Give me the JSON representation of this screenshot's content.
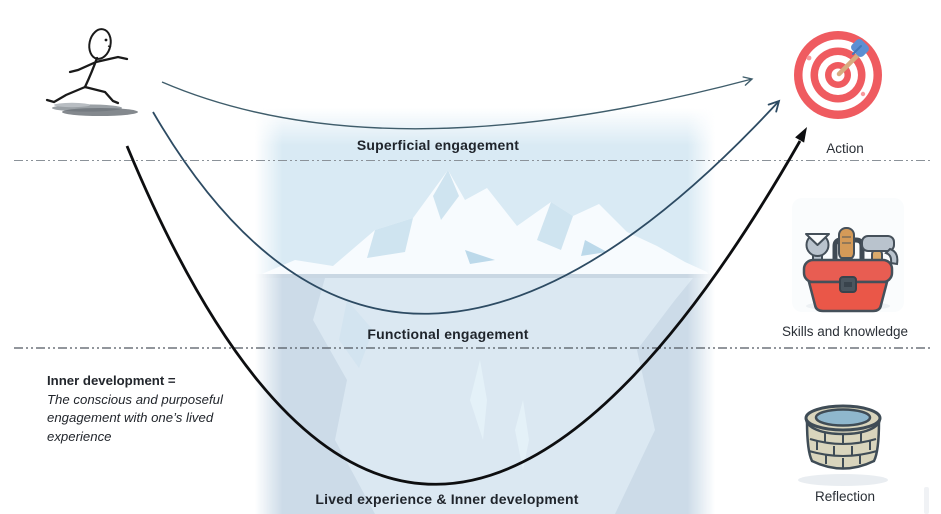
{
  "curve_labels": {
    "superficial": "Superficial engagement",
    "functional": "Functional engagement",
    "lived": "Lived experience & Inner development"
  },
  "right_items": [
    {
      "icon": "target-icon",
      "label": "Action"
    },
    {
      "icon": "toolbox-icon",
      "label": "Skills and knowledge"
    },
    {
      "icon": "well-icon",
      "label": "Reflection"
    }
  ],
  "note": {
    "heading": "Inner development =",
    "line1": "The conscious and purposeful",
    "line2": "engagement with one’s lived",
    "line3": "experience"
  },
  "colors": {
    "target_red": "#ef5b60",
    "toolbox_red": "#e9564b",
    "dart_blue": "#5b8fd3",
    "sky_blue": "#d9eaf4",
    "water_blue": "#ccdbe8",
    "well_water": "#8fb7cd",
    "curve_superficial": "#3f5d6b",
    "curve_functional": "#2d4b63",
    "curve_lived": "#0d0e10",
    "divider_gray": "#8b9299"
  }
}
